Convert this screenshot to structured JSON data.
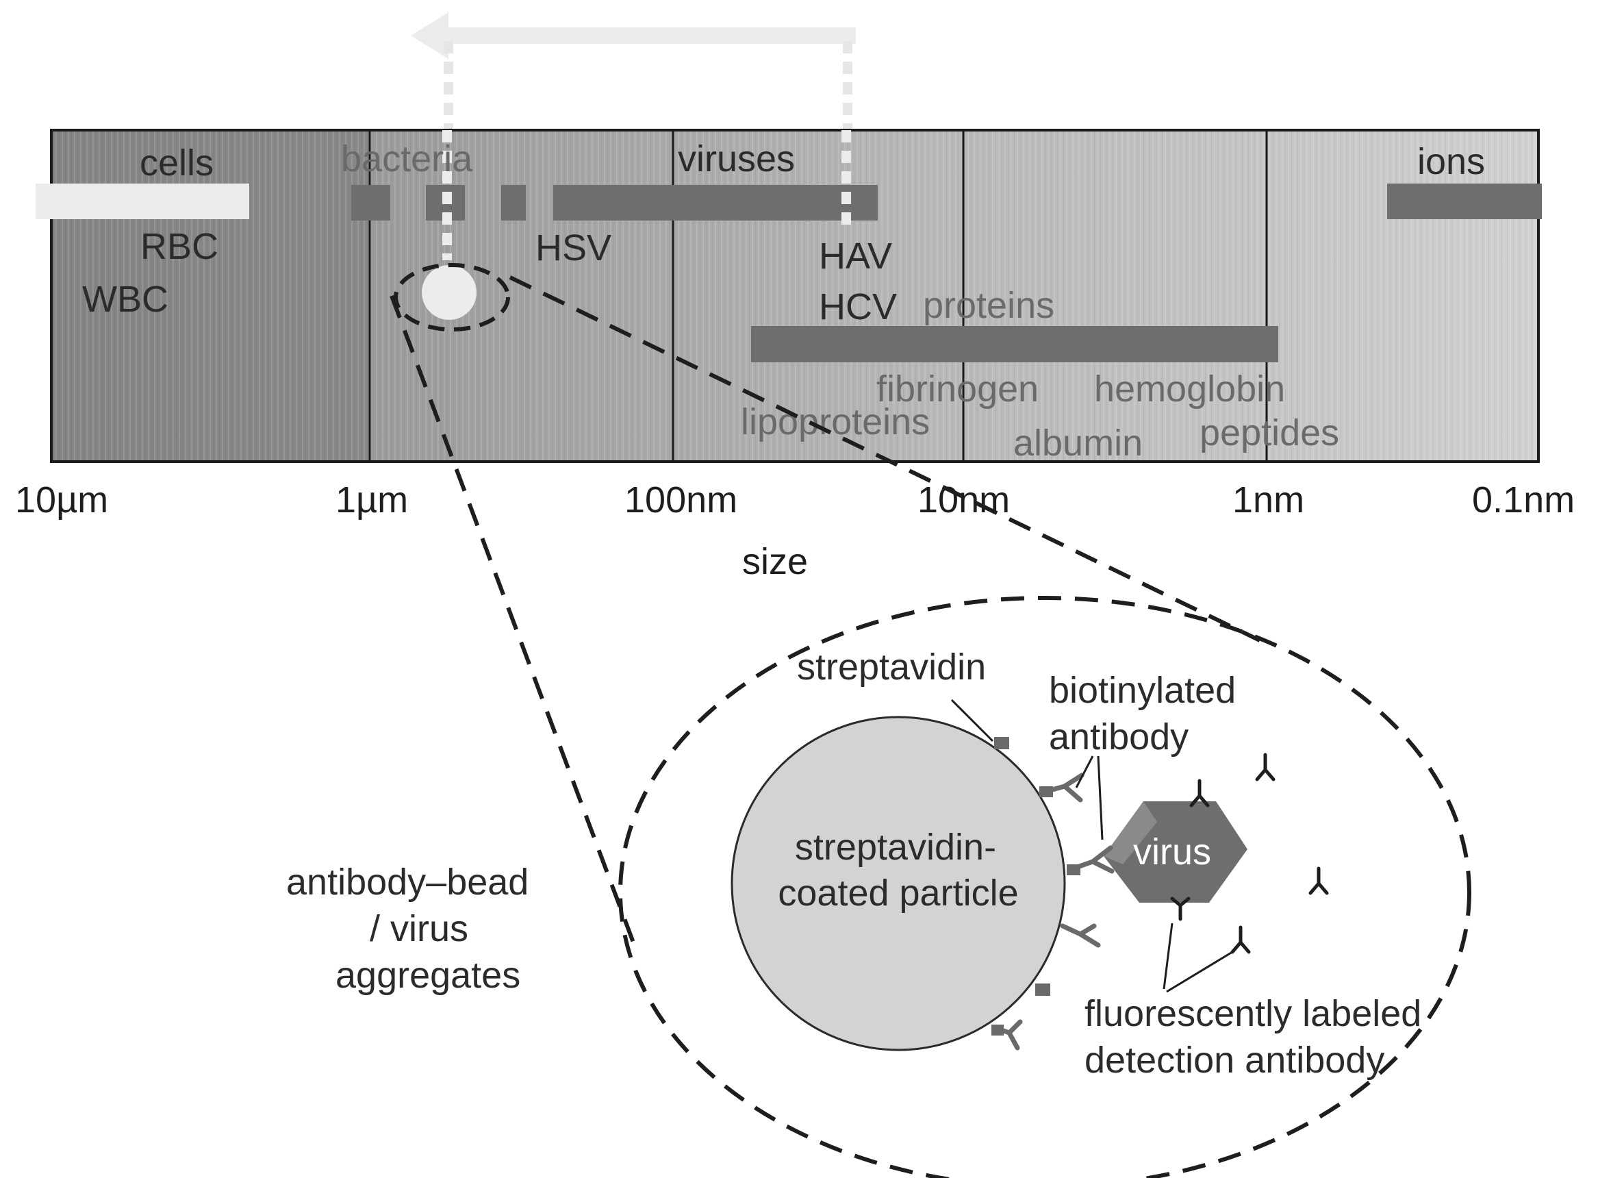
{
  "scale": {
    "ticks": [
      "10µm",
      "1µm",
      "100nm",
      "10nm",
      "1nm",
      "0.1nm"
    ],
    "axis_label": "size"
  },
  "bands": {
    "cells": "cells",
    "rbc": "RBC",
    "wbc": "WBC",
    "bacteria": "bacteria",
    "hsv": "HSV",
    "viruses": "viruses",
    "hav": "HAV",
    "hcv": "HCV",
    "proteins": "proteins",
    "fibrinogen": "fibrinogen",
    "hemoglobin": "hemoglobin",
    "lipoproteins": "lipoproteins",
    "albumin": "albumin",
    "peptides": "peptides",
    "ions": "ions"
  },
  "detail": {
    "streptavidin": "streptavidin",
    "biotinylated_line1": "biotinylated",
    "biotinylated_line2": "antibody",
    "particle_line1": "streptavidin-",
    "particle_line2": "coated particle",
    "virus": "virus",
    "aggregates_line1": "antibody–bead",
    "aggregates_line2": "/ virus",
    "aggregates_line3": "aggregates",
    "fluor_line1": "fluorescently labeled",
    "fluor_line2": "detection antibody"
  },
  "colors": {
    "bar_dark": "#6e6e6e",
    "bar_light": "#ececec",
    "band_bg": "#9c9c9c",
    "particle": "#d3d3d3",
    "virus": "#6e6e6e"
  }
}
